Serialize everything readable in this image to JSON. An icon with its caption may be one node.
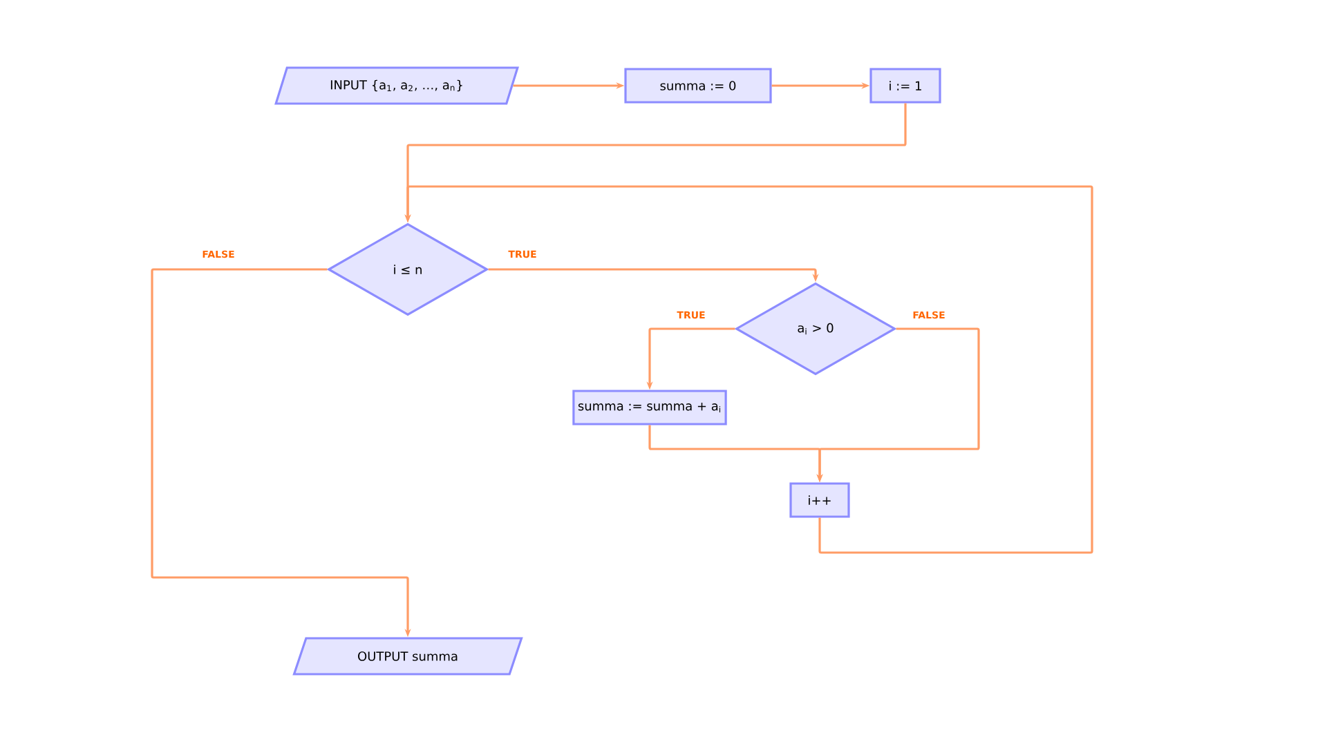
{
  "diagram": {
    "nodes": [
      {
        "text": [
          "INPUT {a$_{1}$, a$_{2}$, …, a$_{n}$}"
        ]
      },
      {
        "text": [
          "summa := 0"
        ]
      },
      {
        "text": [
          "i := 1"
        ]
      },
      {
        "text": [
          "i ≤ n"
        ]
      },
      {
        "text": [
          "a$_{i}$ > 0"
        ]
      },
      {
        "text": [
          "summa := summa + a$_{i}$"
        ]
      },
      {
        "text": [
          "i++"
        ]
      },
      {
        "text": [
          "OUTPUT summa"
        ]
      }
    ],
    "edges": [
      {
        "from": 0,
        "to": 1,
        "arrow": "to"
      },
      {
        "from": 1,
        "to": 2,
        "arrow": "to"
      },
      {
        "from": 2,
        "to": 3,
        "arrow": "to"
      },
      {
        "from": 3,
        "to": 4,
        "arrow": "to",
        "label": "TRUE"
      },
      {
        "from": 3,
        "to": 7,
        "arrow": "to",
        "label": "FALSE"
      },
      {
        "from": 4,
        "to": 5,
        "arrow": "to",
        "label": "TRUE"
      },
      {
        "from": 4,
        "to": 6,
        "arrow": "to",
        "label": "FALSE"
      },
      {
        "from": 5,
        "to": 6,
        "arrow": "to"
      },
      {
        "from": 6,
        "to": 3,
        "arrow": "to"
      }
    ]
  }
}
